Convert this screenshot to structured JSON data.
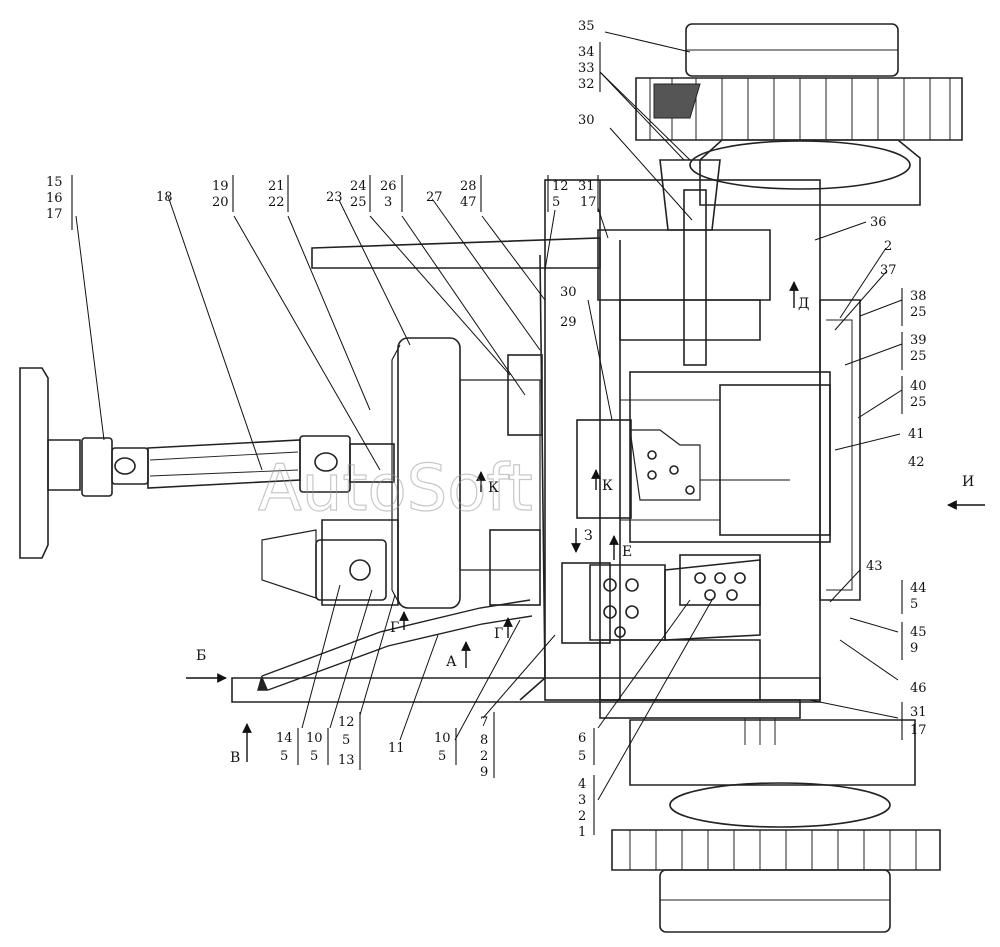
{
  "callouts": {
    "c35": "35",
    "c34": "34",
    "c33": "33",
    "c32": "32",
    "c30a": "30",
    "c30b": "30",
    "c15": "15",
    "c16": "16",
    "c17a": "17",
    "c18": "18",
    "c19": "19",
    "c20": "20",
    "c21": "21",
    "c22": "22",
    "c23": "23",
    "c24": "24",
    "c25a": "25",
    "c26": "26",
    "c3a": "3",
    "c27": "27",
    "c28": "28",
    "c47": "47",
    "c12a": "12",
    "c5a": "5",
    "c31a": "31",
    "c17b": "17",
    "c36": "36",
    "c2a": "2",
    "c37": "37",
    "c38": "38",
    "c25b": "25",
    "c39": "39",
    "c25c": "25",
    "c40": "40",
    "c25d": "25",
    "c41": "41",
    "c42": "42",
    "c29": "29",
    "c43": "43",
    "c44": "44",
    "c5b": "5",
    "c45": "45",
    "c9a": "9",
    "c46": "46",
    "c31b": "31",
    "c17c": "17",
    "c14": "14",
    "c5c": "5",
    "c10a": "10",
    "c5d": "5",
    "c12b": "12",
    "c5e": "5",
    "c13": "13",
    "c11": "11",
    "c10b": "10",
    "c5f": "5",
    "c7": "7",
    "c8": "8",
    "c2b": "2",
    "c9b": "9",
    "c6": "6",
    "c5g": "5",
    "c4": "4",
    "c3b": "3",
    "c2c": "2",
    "c1": "1"
  },
  "view_letters": {
    "D": "Д",
    "I": "И",
    "B_side": "Б",
    "V": "В",
    "A": "А",
    "E": "Е",
    "Z": "З",
    "G1": "Г",
    "G2": "Г",
    "K1": "К",
    "K2": "К"
  },
  "watermark": "AutoSoft"
}
